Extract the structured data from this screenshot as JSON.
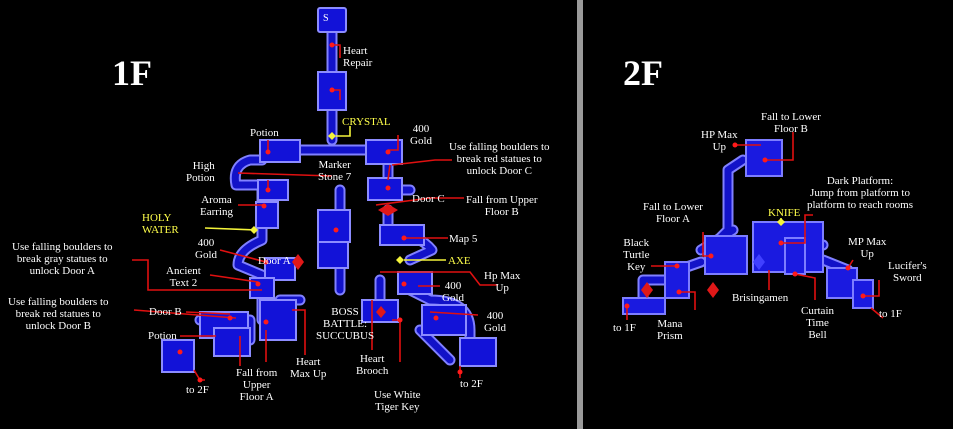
{
  "floor1": {
    "title": "1F",
    "labels": {
      "start": "S",
      "heart_repair": "Heart\nRepair",
      "crystal": "CRYSTAL",
      "potion_top": "Potion",
      "gold_400_top": "400\nGold",
      "boulders_red_c": "Use falling boulders to\nbreak red statues to\nunlock Door C",
      "high_potion": "High\nPotion",
      "marker_stone": "Marker\nStone 7",
      "door_c": "Door C",
      "fall_upper_b": "Fall from Upper\nFloor B",
      "aroma": "Aroma\nEarring",
      "holy_water": "HOLY\nWATER",
      "map5": "Map 5",
      "gold_400_left": "400\nGold",
      "door_a": "Door A",
      "axe": "AXE",
      "boulders_gray_a": "Use falling boulders to\nbreak gray statues to\nunlock Door A",
      "ancient_text": "Ancient\nText 2",
      "hp_max_up": "Hp Max\nUp",
      "gold_400_mid": "400\nGold",
      "boulders_red_b": "Use falling boulders to\nbreak red statues to\nunlock Door B",
      "door_b": "Door B",
      "gold_400_right": "400\nGold",
      "boss": "BOSS\nBATTLE:\nSUCCUBUS",
      "potion_bottom": "Potion",
      "heart_max_up": "Heart\nMax Up",
      "heart_brooch": "Heart\nBrooch",
      "fall_upper_a": "Fall from\nUpper\nFloor A",
      "to_2f_left": "to 2F",
      "white_tiger": "Use White\nTiger Key",
      "to_2f_right": "to 2F"
    }
  },
  "floor2": {
    "title": "2F",
    "labels": {
      "fall_lower_b": "Fall to Lower\nFloor B",
      "hp_max_up": "HP Max\nUp",
      "dark_platform": "Dark Platform:\nJump from platform to\nplatform to reach rooms",
      "fall_lower_a": "Fall to Lower\nFloor A",
      "knife": "KNIFE",
      "black_turtle": "Black\nTurtle\nKey",
      "mp_max_up": "MP Max\nUp",
      "lucifer": "Lucifer's\nSword",
      "brisingamen": "Brisingamen",
      "to_1f_left": "to 1F",
      "mana_prism": "Mana\nPrism",
      "curtain_time_bell": "Curtain\nTime\nBell",
      "to_1f_right": "to 1F"
    }
  },
  "colors": {
    "room_fill": "#1212d8",
    "room_outline": "#8c8cff",
    "item_marker": "#ff1a1a",
    "weapon_label": "#ffff4a",
    "divider": "#9a9a9a"
  }
}
